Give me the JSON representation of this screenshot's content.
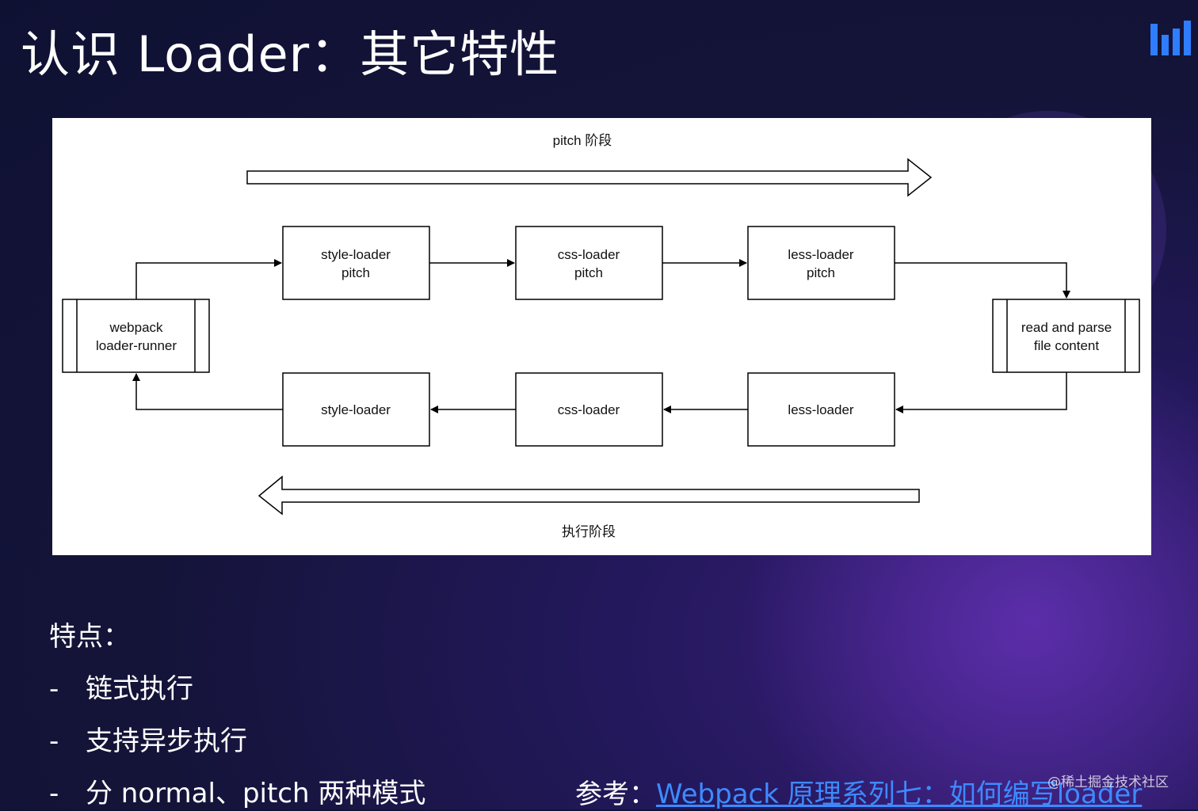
{
  "slide": {
    "title": "认识 Loader：其它特性"
  },
  "diagram": {
    "top_label": "pitch 阶段",
    "bottom_label": "执行阶段",
    "runner": {
      "line1": "webpack",
      "line2": "loader-runner"
    },
    "reader": {
      "line1": "read and parse",
      "line2": "file content"
    },
    "pitch_row": [
      {
        "line1": "style-loader",
        "line2": "pitch"
      },
      {
        "line1": "css-loader",
        "line2": "pitch"
      },
      {
        "line1": "less-loader",
        "line2": "pitch"
      }
    ],
    "normal_row": [
      "style-loader",
      "css-loader",
      "less-loader"
    ]
  },
  "features": {
    "heading": "特点：",
    "dash": "-",
    "items": [
      "链式执行",
      "支持异步执行",
      "分 normal、pitch 两种模式"
    ]
  },
  "reference": {
    "prefix": "参考：",
    "link_text": "Webpack 原理系列七：如何编写loader"
  },
  "watermark": "@稀土掘金技术社区",
  "colors": {
    "background": "#141439",
    "accent_link": "#3d8bff",
    "logo": "#2f7dff"
  }
}
